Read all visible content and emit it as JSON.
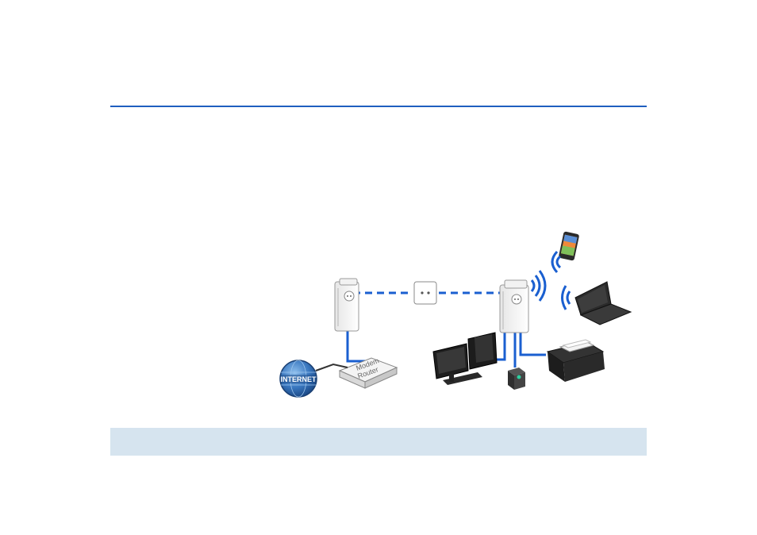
{
  "colors": {
    "rule": "#1f5fbf",
    "footer_bar": "#d6e4ef",
    "powerline_link": "#1a5fd0",
    "ethernet_cable": "#1a5fd0",
    "wifi_waves": "#1a5fd0",
    "globe": "#2f6db5"
  },
  "diagram": {
    "internet_label": "INTERNET",
    "router_label_line1": "Modem",
    "router_label_line2": "Router"
  }
}
